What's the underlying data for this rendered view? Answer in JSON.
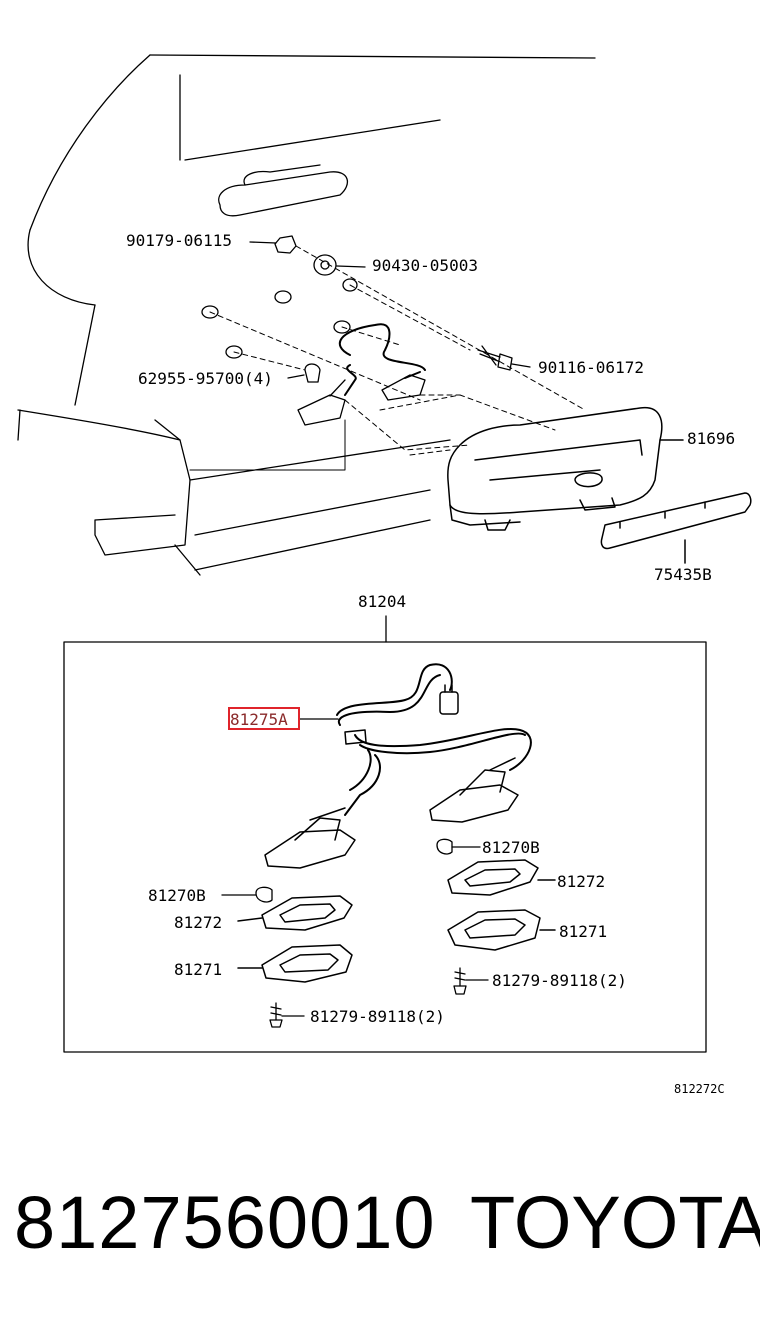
{
  "callouts": {
    "nut": "90179-06115",
    "grommet": "90430-05003",
    "clip": "62955-95700(4)",
    "bolt": "90116-06172",
    "garnish": "81696",
    "lens_strip": "75435B",
    "assembly": "81204",
    "wire": "81275A",
    "bulb_right": "81270B",
    "gasket_right": "81272",
    "bulb_left": "81270B",
    "gasket_left": "81272",
    "housing_right": "81271",
    "housing_left": "81271",
    "screw_right": "81279-89118(2)",
    "screw_left": "81279-89118(2)"
  },
  "figure_code": "812272C",
  "footer": {
    "part_number": "8127560010",
    "brand": "TOYOTA"
  },
  "highlight_color": "#e0242b"
}
